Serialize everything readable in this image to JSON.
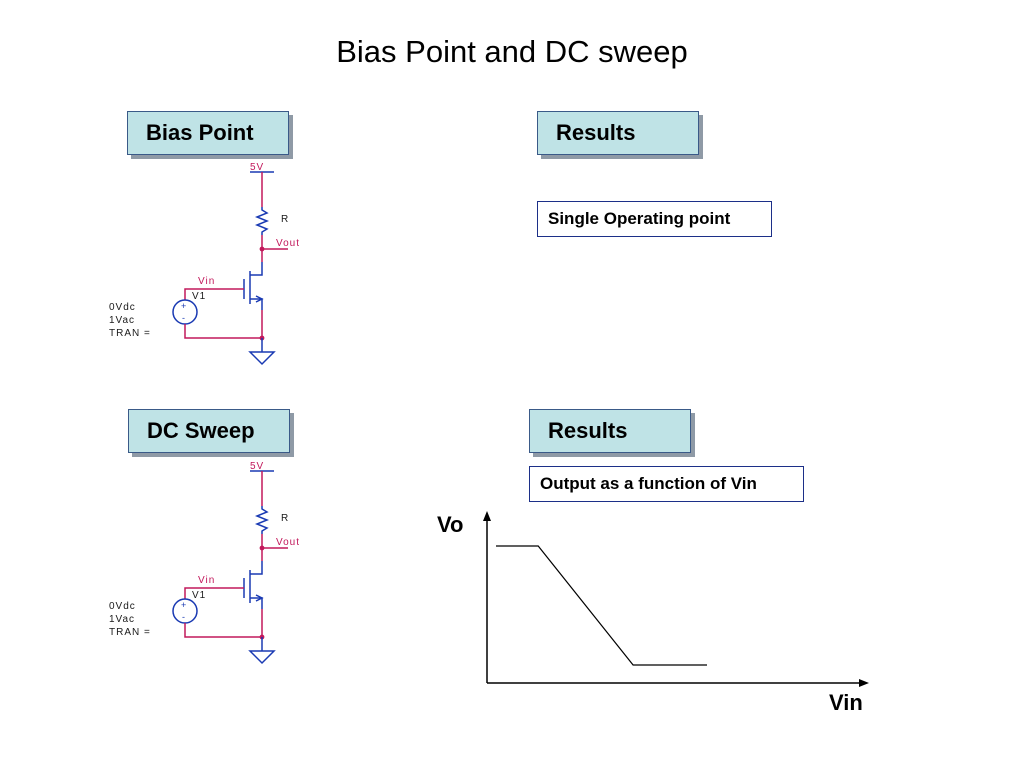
{
  "slide": {
    "title": "Bias Point and DC sweep"
  },
  "sections": {
    "bias": {
      "label": "Bias Point",
      "results_label": "Results",
      "result_note": "Single Operating point",
      "schematic": {
        "supply": "5V",
        "resistor": "R",
        "output_net": "Vout",
        "input_net": "Vin",
        "source_name": "V1",
        "source_params": [
          "0Vdc",
          "1Vac",
          "TRAN ="
        ]
      }
    },
    "sweep": {
      "label": "DC Sweep",
      "results_label": "Results",
      "result_note": "Output as a function of Vin",
      "schematic": {
        "supply": "5V",
        "resistor": "R",
        "output_net": "Vout",
        "input_net": "Vin",
        "source_name": "V1",
        "source_params": [
          "0Vdc",
          "1Vac",
          "TRAN ="
        ]
      }
    }
  },
  "graph": {
    "y_label": "Vo",
    "x_label": "Vin",
    "curve_points": [
      [
        0.0,
        1.0
      ],
      [
        0.2,
        1.0
      ],
      [
        0.65,
        0.0
      ],
      [
        1.0,
        0.0
      ]
    ]
  },
  "colors": {
    "wire": "#c2185b",
    "component": "#1a3ab3",
    "label_fill": "#bfe3e6"
  }
}
